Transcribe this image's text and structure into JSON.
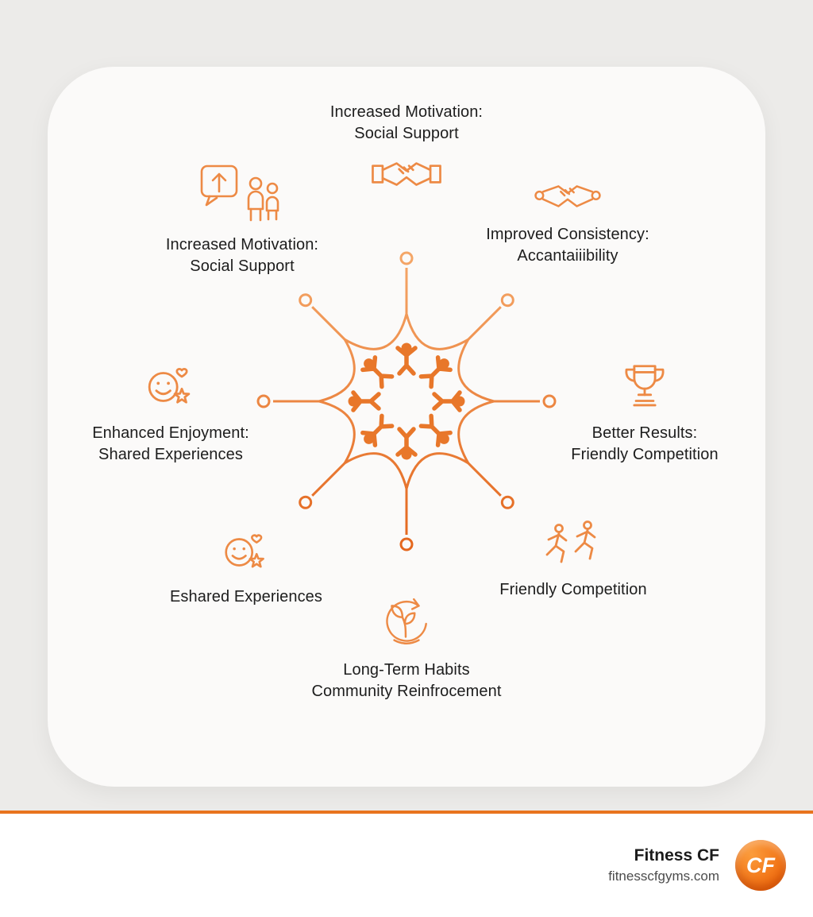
{
  "colors": {
    "accent": "#ED7C2F",
    "accent_light": "#F5A96B",
    "accent_dark": "#E3641A",
    "icon_stroke": "#ED8A45",
    "background": "#ECEBE9",
    "card": "#FBFAF9",
    "text": "#1D1D1D",
    "footer_background": "#FFFFFF"
  },
  "diagram": {
    "center_icon": "people-circle-icon",
    "items": [
      {
        "id": "top",
        "icon": "handshake-icon",
        "lines": [
          "Increased Motivation:",
          "Social Support"
        ]
      },
      {
        "id": "upper-left",
        "icon": "speech-bubble-people-icon",
        "lines": [
          "Increased Motivation:",
          "Social Support"
        ]
      },
      {
        "id": "upper-right",
        "icon": "handshake-icon",
        "lines": [
          "Improved Consistency:",
          "Accantaiiibility"
        ]
      },
      {
        "id": "left",
        "icon": "smiley-heart-star-icon",
        "lines": [
          "Enhanced Enjoyment:",
          "Shared Experiences"
        ]
      },
      {
        "id": "right",
        "icon": "trophy-icon",
        "lines": [
          "Better Results:",
          "Friendly Competition"
        ]
      },
      {
        "id": "lower-left",
        "icon": "smiley-heart-star-icon",
        "lines": [
          "Eshared Experiences"
        ]
      },
      {
        "id": "lower-right",
        "icon": "runners-icon",
        "lines": [
          "Friendly Competition"
        ]
      },
      {
        "id": "bottom",
        "icon": "plant-cycle-icon",
        "lines": [
          "Long-Term Habits",
          "Community Reinfrocement"
        ]
      }
    ]
  },
  "footer": {
    "brand": "Fitness CF",
    "website": "fitnesscfgyms.com",
    "logo_text": "CF"
  }
}
